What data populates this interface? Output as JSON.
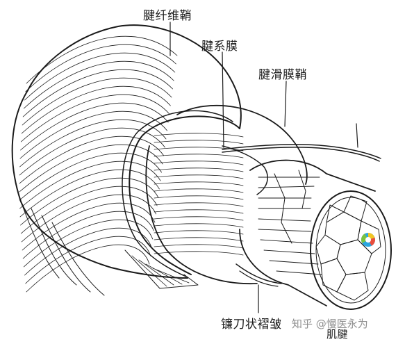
{
  "labels": {
    "fibrous_sheath": "腱纤维鞘",
    "mesotendon": "腱系膜",
    "synovial_sheath": "腱滑膜鞘",
    "falciform_fold": "镰刀状褶皱",
    "tendon": "肌腱"
  },
  "watermark": "知乎 @慢医永为",
  "icons": {
    "logo": "colorful-ring-logo-icon"
  },
  "colors": {
    "ink": "#1a1a1a",
    "watermark": "#8f8f8f"
  }
}
